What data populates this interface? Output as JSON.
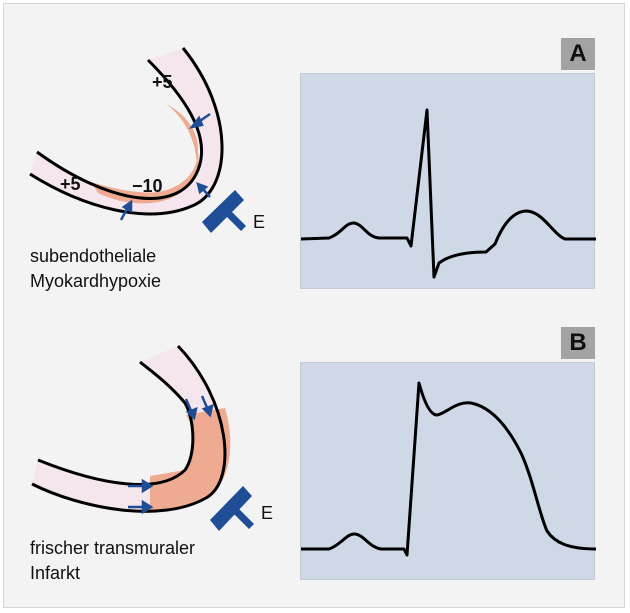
{
  "panels": [
    {
      "letter": "A",
      "caption_line1": "subendotheliale",
      "caption_line2": "Myokardhypoxie",
      "label_top": "+5",
      "label_left": "+5",
      "label_inner": "−10",
      "electrode_label": "E"
    },
    {
      "letter": "B",
      "caption_line1": "frischer transmuraler",
      "caption_line2": "Infarkt",
      "electrode_label": "E"
    }
  ],
  "colors": {
    "background": "#f3f3f3",
    "ecg_background": "#cfd8e6",
    "wall_fill": "#f5e6ee",
    "ischemia": "#efaa92",
    "arrow_blue": "#1f4e96",
    "electrode_blue": "#1f4e96",
    "letter_box": "#a3a3a3"
  }
}
